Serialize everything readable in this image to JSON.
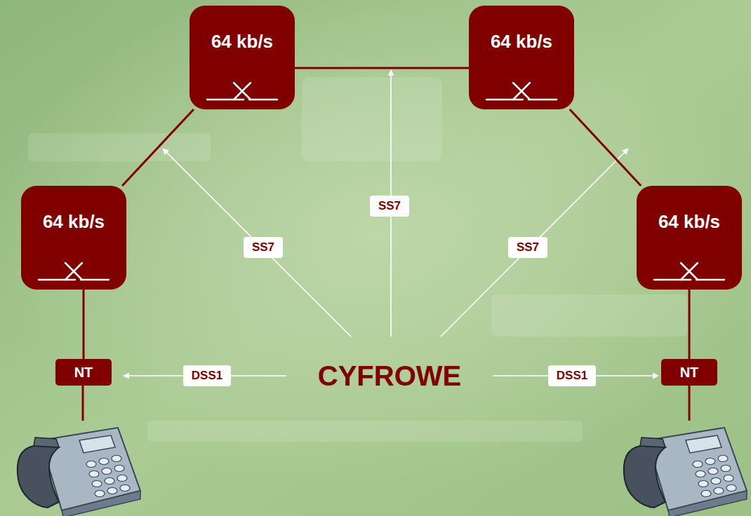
{
  "diagram": {
    "nodes": [
      {
        "text": [
          "64 kb/s"
        ]
      },
      {
        "text": [
          "64 kb/s"
        ]
      },
      {
        "text": [
          "64 kb/s"
        ]
      },
      {
        "text": [
          "64 kb/s"
        ]
      },
      {
        "text": [
          "NT"
        ]
      },
      {
        "text": [
          "NT"
        ]
      }
    ],
    "edges": [
      {
        "from": 2,
        "to": 0,
        "arrow": "none"
      },
      {
        "from": 0,
        "to": 1,
        "arrow": "none"
      },
      {
        "from": 1,
        "to": 3,
        "arrow": "none"
      },
      {
        "from": 2,
        "to": 4,
        "arrow": "none"
      },
      {
        "from": 3,
        "to": 5,
        "arrow": "none"
      }
    ],
    "labels": [
      "SS7",
      "SS7",
      "SS7",
      "DSS1",
      "CYFROWE",
      "DSS1"
    ]
  }
}
